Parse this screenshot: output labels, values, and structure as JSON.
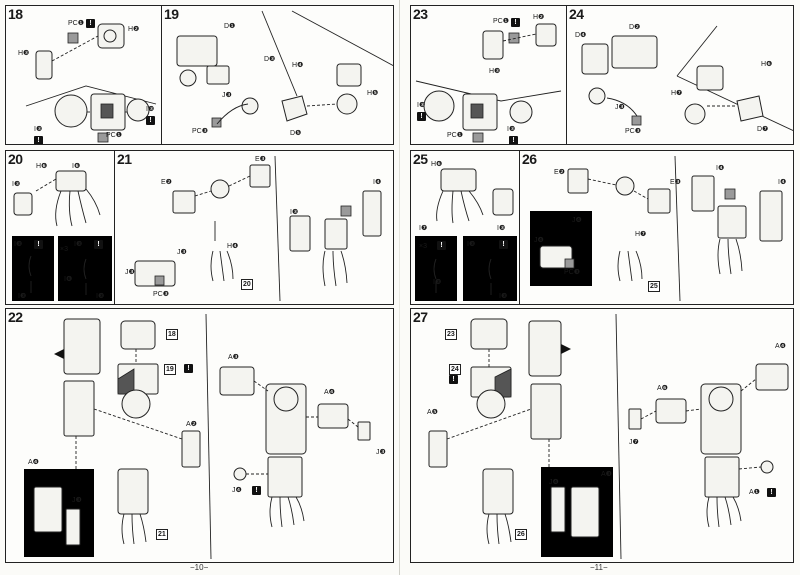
{
  "left_page": {
    "page_number": "−10−",
    "steps": [
      {
        "number": "18",
        "labels": [
          "PC❶",
          "H❷",
          "H❸",
          "I❸",
          "I❸",
          "PC❶"
        ]
      },
      {
        "number": "19",
        "labels": [
          "D❶",
          "D❸",
          "H❹",
          "H❺",
          "J❸",
          "PC❸",
          "D❺"
        ]
      },
      {
        "number": "20",
        "labels": [
          "H❻",
          "I❻",
          "I❸",
          "I❸",
          "×3",
          "I❸",
          "I❻",
          "I❸",
          "I❸"
        ]
      },
      {
        "number": "21",
        "labels": [
          "E❷",
          "E❸",
          "I❹",
          "H❹",
          "J❸",
          "J❸",
          "PC❸",
          "I❸"
        ]
      },
      {
        "number": "22",
        "labels": [
          "A❹",
          "A❷",
          "A❸",
          "J❸",
          "A❹",
          "J❸",
          "J❹"
        ]
      }
    ],
    "refs": [
      "18",
      "19",
      "20",
      "21"
    ]
  },
  "right_page": {
    "page_number": "−11−",
    "steps": [
      {
        "number": "23",
        "labels": [
          "PC❶",
          "H❷",
          "H❸",
          "I❸",
          "I❸",
          "PC❶"
        ]
      },
      {
        "number": "24",
        "labels": [
          "D❷",
          "D❹",
          "H❻",
          "H❼",
          "J❸",
          "PC❸",
          "D❼"
        ]
      },
      {
        "number": "25",
        "labels": [
          "H❻",
          "I❼",
          "I❸",
          "×3",
          "I❸",
          "I❸",
          "I❸"
        ]
      },
      {
        "number": "26",
        "labels": [
          "E❷",
          "E❸",
          "I❹",
          "H❼",
          "J❹",
          "J❹",
          "PC❸",
          "I❹"
        ]
      },
      {
        "number": "27",
        "labels": [
          "A❹",
          "A❻",
          "A❺",
          "J❼",
          "A❸",
          "J❹",
          "A❶"
        ]
      }
    ],
    "refs": [
      "23",
      "24",
      "25",
      "26"
    ]
  },
  "icons": {
    "warning": "exclamation-box-icon",
    "arrow": "assembly-arrow-icon"
  }
}
